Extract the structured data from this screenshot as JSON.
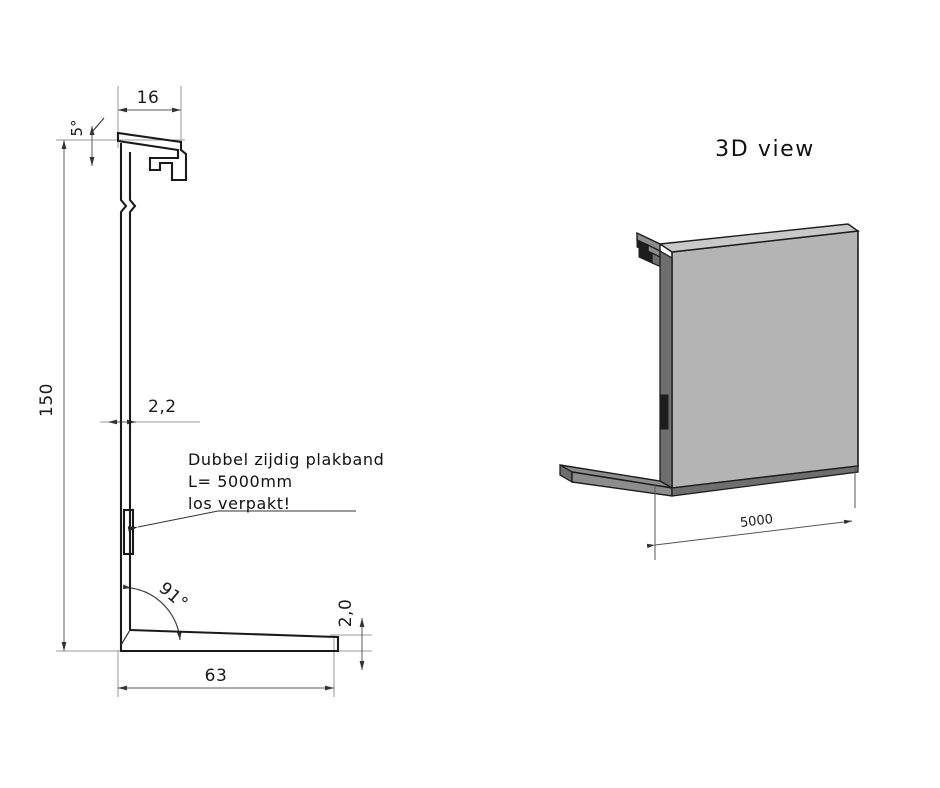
{
  "document": {
    "type": "technical-drawing",
    "background_color": "#ffffff",
    "line_color": "#1a1a1a",
    "shade_color": "#b4b4b4"
  },
  "front_view": {
    "dimensions": {
      "top_width": "16",
      "height": "150",
      "wall_thickness": "2,2",
      "base_length": "63",
      "base_thickness": "2,0",
      "top_angle": "5°",
      "corner_angle": "91°"
    },
    "annotation": {
      "line1": "Dubbel zijdig plakband",
      "line2": "L= 5000mm",
      "line3": "los verpakt!"
    }
  },
  "view_3d": {
    "title": "3D view",
    "length_dimension": "5000"
  }
}
